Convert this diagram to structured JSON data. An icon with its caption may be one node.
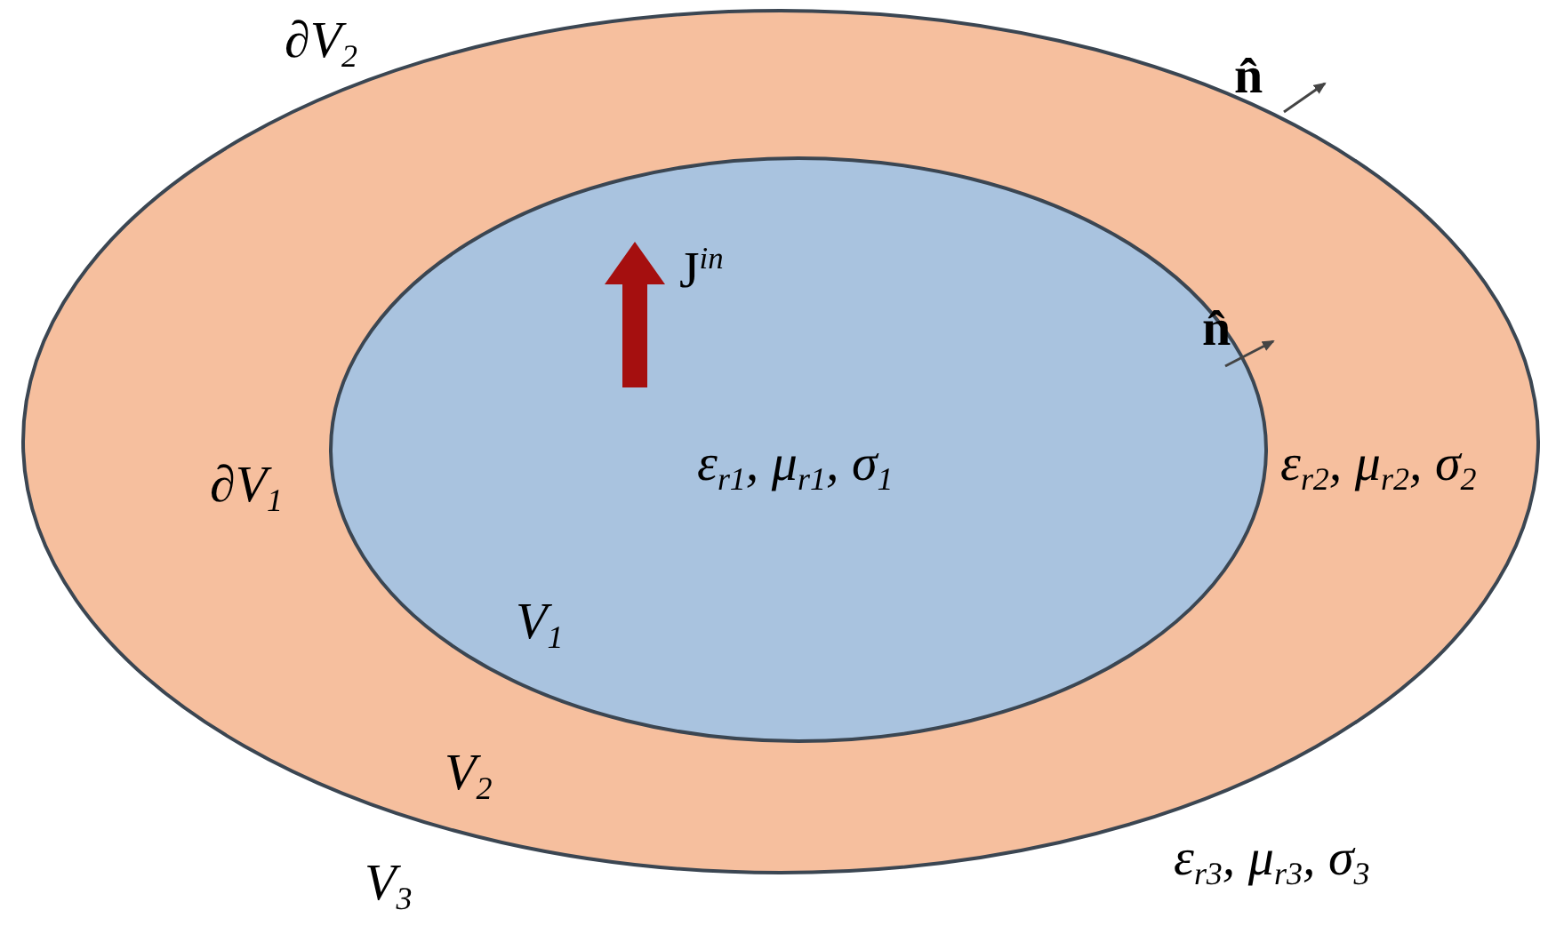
{
  "diagram": {
    "nodes": [
      {
        "text": [
          "V$_{2}$",
          "ε$_{r2}$, μ$_{r2}$, σ$_{2}$"
        ],
        "beside": [
          "∂V$_{2}$"
        ]
      },
      {
        "text": [
          "ε$_{r1}$, μ$_{r1}$, σ$_{1}$",
          "V$_{1}$"
        ],
        "beside": [
          "∂V$_{1}$"
        ],
        "in": 0
      }
    ],
    "edges": [],
    "labels": [
      "n̂",
      "J$^{in}$",
      "n̂",
      "V$_{3}$",
      "ε$_{r3}$, μ$_{r3}$, σ$_{3}$"
    ]
  }
}
